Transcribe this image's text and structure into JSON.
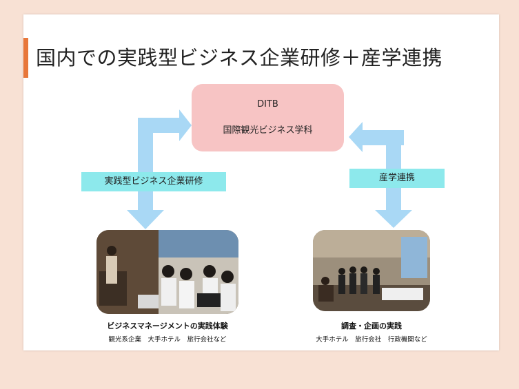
{
  "title": "国内での実践型ビジネス企業研修＋産学連携",
  "center": {
    "line1": "DITB",
    "line2": "国際観光ビジネス学科"
  },
  "left_label": "実践型ビジネス企業研修",
  "right_label": "産学連携",
  "left_caption": "ビジネスマネージメントの実践体験",
  "left_sub": "観光系企業　大手ホテル　旅行会社など",
  "right_caption": "調査・企画の実践",
  "right_sub": "大手ホテル　旅行会社　行政機関など",
  "colors": {
    "accent": "#e8773a",
    "center_box": "#f7c4c4",
    "arrow": "#a9d8f5",
    "label_box": "#8de9ec",
    "background": "#f8e1d4"
  }
}
